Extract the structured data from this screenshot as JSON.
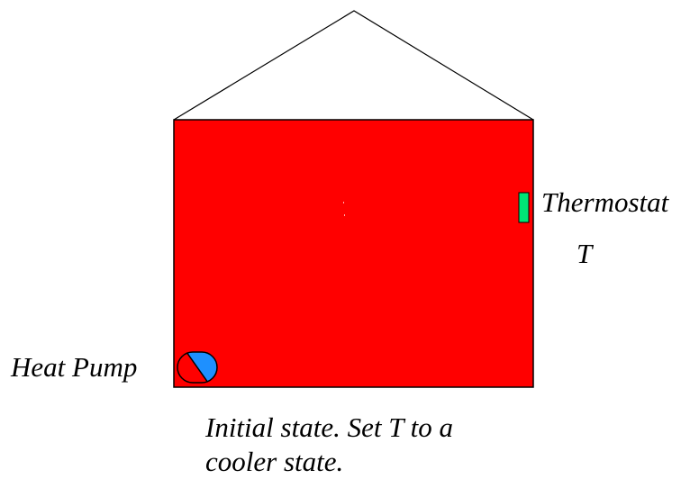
{
  "labels": {
    "thermostat": "Thermostat",
    "thermostat_setting": "T",
    "heat_pump": "Heat Pump",
    "caption": "Initial state.  Set T to a cooler state."
  },
  "colors": {
    "room_fill": "#ff0000",
    "thermostat_fill": "#00e676",
    "heat_pump_blue": "#1e90ff",
    "outline": "#000000"
  },
  "icons": {
    "heat_pump": "heat-pump-icon",
    "thermostat": "thermostat-icon"
  }
}
